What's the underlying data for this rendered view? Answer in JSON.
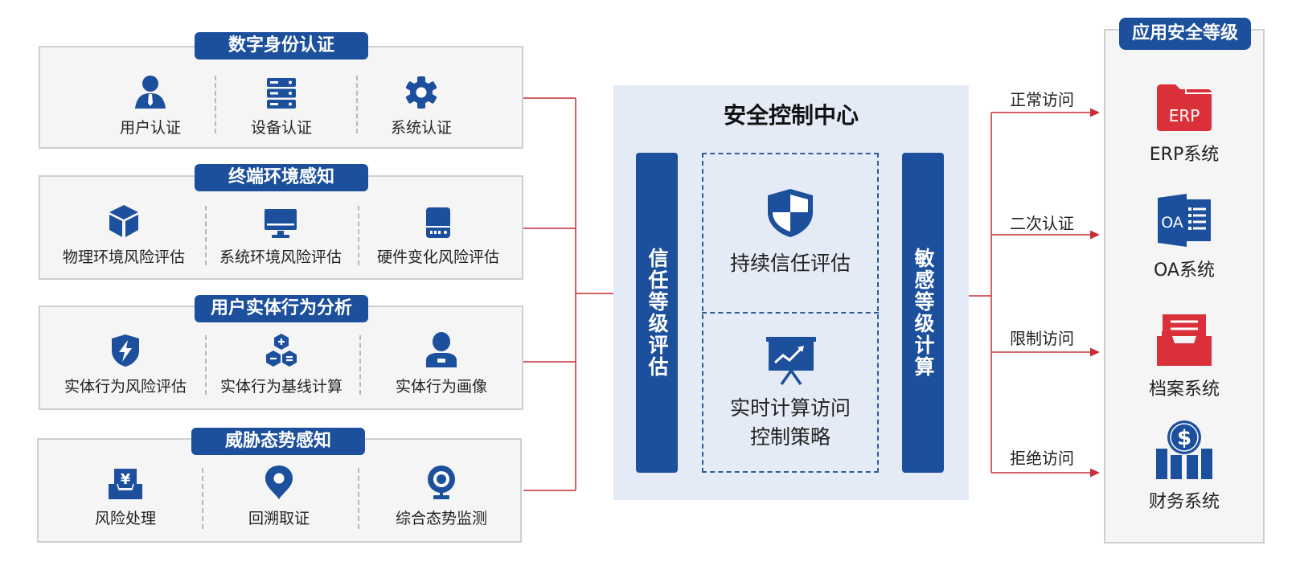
{
  "colors": {
    "brand_blue": "#1c4f9c",
    "alert_red": "#d9303a",
    "connector_red": "#c62f36",
    "panel_bg": "#e4ebf6"
  },
  "groups": [
    {
      "title": "数字身份认证",
      "items": [
        {
          "label": "用户认证",
          "icon": "user-icon"
        },
        {
          "label": "设备认证",
          "icon": "server-icon"
        },
        {
          "label": "系统认证",
          "icon": "gear-icon"
        }
      ]
    },
    {
      "title": "终端环境感知",
      "items": [
        {
          "label": "物理环境风险评估",
          "icon": "cube-icon"
        },
        {
          "label": "系统环境风险评估",
          "icon": "monitor-icon"
        },
        {
          "label": "硬件变化风险评估",
          "icon": "hard-drive-icon"
        }
      ]
    },
    {
      "title": "用户实体行为分析",
      "items": [
        {
          "label": "实体行为风险评估",
          "icon": "shield-bolt-icon"
        },
        {
          "label": "实体行为基线计算",
          "icon": "calc-hex-icon"
        },
        {
          "label": "实体行为画像",
          "icon": "user-profile-icon"
        }
      ]
    },
    {
      "title": "威胁态势感知",
      "items": [
        {
          "label": "风险处理",
          "icon": "yen-tray-icon"
        },
        {
          "label": "回溯取证",
          "icon": "map-pin-icon"
        },
        {
          "label": "综合态势监测",
          "icon": "webcam-icon"
        }
      ]
    }
  ],
  "center": {
    "title": "安全控制中心",
    "left_bar": "信任等级评估",
    "right_bar": "敏感等级计算",
    "box_top": "持续信任评估",
    "box_bottom_line1": "实时计算访问",
    "box_bottom_line2": "控制策略",
    "box_top_icon": "shield-icon",
    "box_bottom_icon": "presentation-chart-icon"
  },
  "access": [
    "正常访问",
    "二次认证",
    "限制访问",
    "拒绝访问"
  ],
  "right": {
    "title": "应用安全等级",
    "systems": [
      {
        "label": "ERP系统",
        "icon": "erp-folder-icon",
        "icon_text": "ERP"
      },
      {
        "label": "OA系统",
        "icon": "oa-icon",
        "icon_text": "OA"
      },
      {
        "label": "档案系统",
        "icon": "archive-tray-icon"
      },
      {
        "label": "财务系统",
        "icon": "finance-dollar-icon"
      }
    ]
  }
}
